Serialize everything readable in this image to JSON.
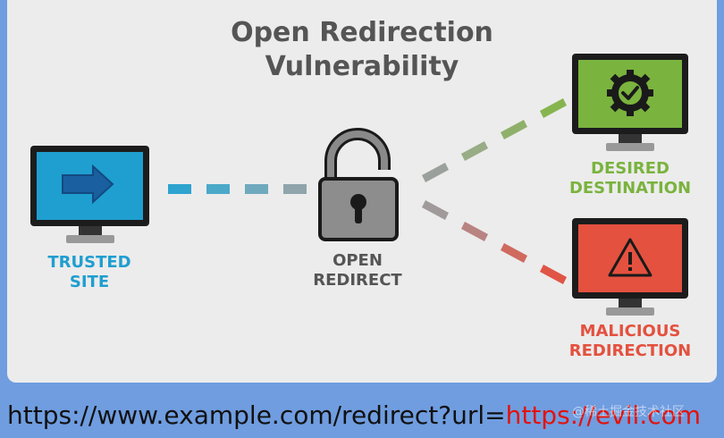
{
  "title_line1": "Open Redirection",
  "title_line2": "Vulnerability",
  "nodes": {
    "trusted": {
      "line1": "TRUSTED",
      "line2": "SITE"
    },
    "redirect": {
      "line1": "OPEN",
      "line2": "REDIRECT"
    },
    "desired": {
      "line1": "DESIRED",
      "line2": "DESTINATION"
    },
    "malicious": {
      "line1": "MALICIOUS",
      "line2": "REDIRECTION"
    }
  },
  "url": {
    "prefix": "https://www.example.com/redirect?url=",
    "evil": "https://evil.com"
  },
  "watermark": "@稀土掘金技术社区",
  "colors": {
    "trusted": "#1f9ed0",
    "desired": "#7ab33e",
    "malicious": "#e4513f",
    "text_dark": "#555555"
  }
}
